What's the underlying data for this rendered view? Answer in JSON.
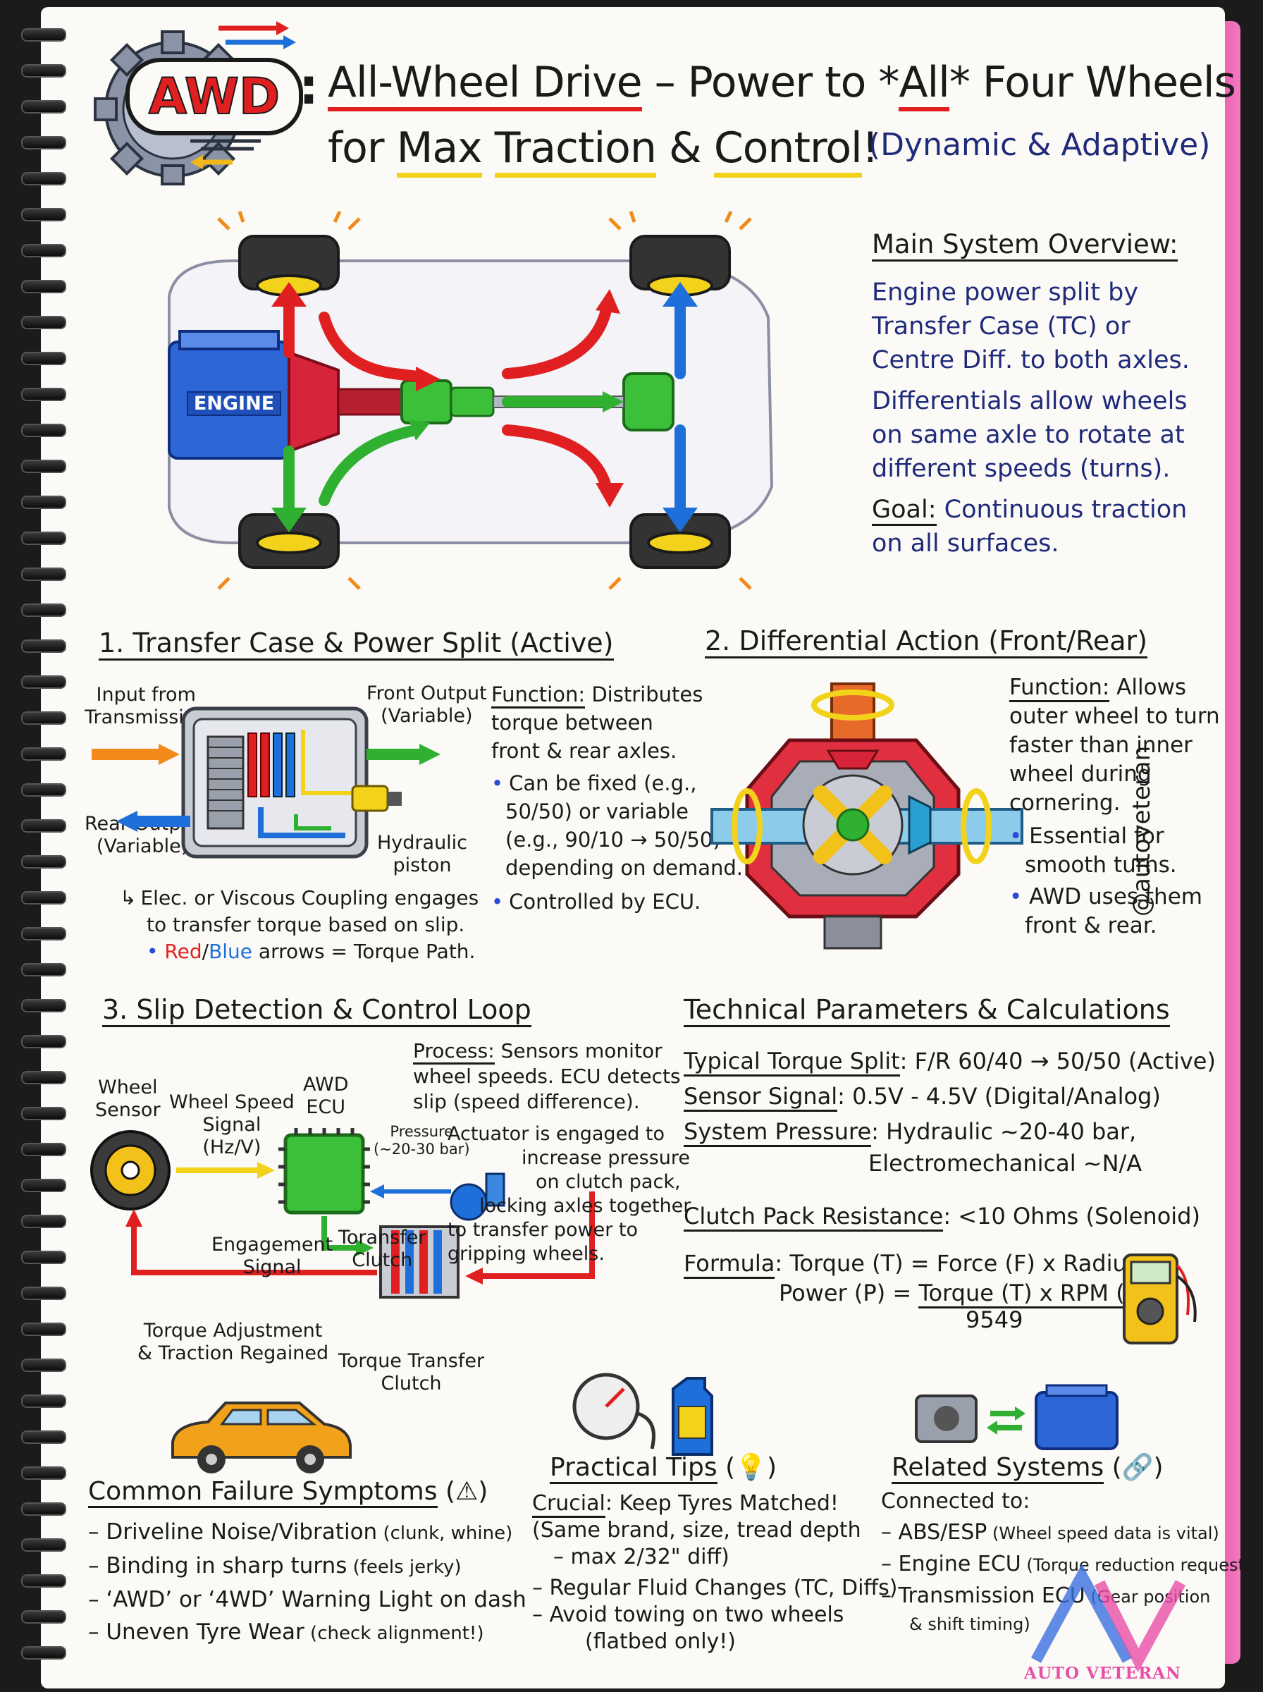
{
  "header": {
    "badge": "AWD",
    "colon": ":",
    "line1": "All-Wheel Drive – Power to *All* Four Wheels",
    "line1_parts": {
      "a": "All-Wheel Drive",
      "b": " – Power to *",
      "c": "All",
      "d": "* Four Wheels"
    },
    "line2_parts": {
      "a": "for ",
      "b": "Max",
      "c": " ",
      "d": "Traction",
      "e": " & ",
      "f": "Control",
      "g": "!"
    },
    "subtitle": "(Dynamic & Adaptive)"
  },
  "drivetrain": {
    "engine_label": "ENGINE"
  },
  "overview": {
    "heading": "Main System Overview:",
    "p1": [
      "Engine power split by",
      "Transfer Case (TC) or",
      "Centre Diff. to both axles."
    ],
    "p2": [
      "Differentials allow wheels",
      "on same axle to rotate at",
      "different speeds (turns)."
    ],
    "goal_label": "Goal:",
    "goal_text": [
      "Continuous traction",
      "on all surfaces."
    ]
  },
  "section1": {
    "heading": "1. Transfer Case & Power Split (Active)",
    "input_label": [
      "Input from",
      "Transmission"
    ],
    "front_label": [
      "Front Output",
      "(Variable)"
    ],
    "rear_label": [
      "Rear Output",
      "(Variable)"
    ],
    "hydraulic_label": [
      "Hydraulic",
      "piston"
    ],
    "function_label": "Function:",
    "function_text": [
      "Distributes",
      "torque between",
      "front & rear axles."
    ],
    "bullets": [
      [
        "Can be fixed (e.g.,",
        "50/50) or variable",
        "(e.g., 90/10 → 50/50)",
        "depending on demand."
      ],
      [
        "Controlled by ECU."
      ]
    ],
    "coupling_note": [
      "Elec. or Viscous Coupling engages",
      "to transfer torque based on slip."
    ],
    "legend": {
      "red": "Red",
      "slash": "/",
      "blue": "Blue",
      "rest": " arrows = Torque Path."
    }
  },
  "section2": {
    "heading": "2. Differential Action (Front/Rear)",
    "function_label": "Function:",
    "function_text": [
      "Allows",
      "outer wheel to turn",
      "faster than inner",
      "wheel during",
      "cornering."
    ],
    "bullets": [
      [
        "Essential for",
        "smooth turns."
      ],
      [
        "AWD uses them",
        "front & rear."
      ]
    ]
  },
  "watermark_handle": "@autoveteran",
  "section3": {
    "heading": "3. Slip Detection & Control Loop",
    "wheel_sensor": [
      "Wheel",
      "Sensor"
    ],
    "speed_signal": [
      "Wheel Speed",
      "Signal",
      "(Hz/V)"
    ],
    "ecu": [
      "AWD",
      "ECU"
    ],
    "pressure": [
      "Pressure",
      "(~20-30 bar)"
    ],
    "engagement": [
      "Engagement",
      "Signal"
    ],
    "toransfer": [
      "Toransfer",
      "Clutch"
    ],
    "torque_adj": [
      "Torque Adjustment",
      "& Traction Regained"
    ],
    "torque_clutch": [
      "Torque Transfer",
      "Clutch"
    ],
    "process_label": "Process:",
    "process_text": [
      "Sensors monitor",
      "wheel speeds. ECU detects",
      "slip (speed difference)."
    ],
    "actuator_text": [
      "Actuator is engaged to",
      "increase pressure",
      "on clutch pack,",
      "locking axles together",
      "to transfer power to",
      "gripping wheels."
    ]
  },
  "tech": {
    "heading": "Technical Parameters & Calculations",
    "rows": [
      {
        "label": "Typical Torque Split",
        "value": ": F/R 60/40 → 50/50 (Active)"
      },
      {
        "label": "Sensor Signal",
        "value": ":  0.5V - 4.5V (Digital/Analog)"
      },
      {
        "label": "System Pressure",
        "value": ": Hydraulic ~20-40 bar,"
      }
    ],
    "pressure_line2": "Electromechanical ~N/A",
    "clutch_label": "Clutch Pack Resistance",
    "clutch_value": ": <10 Ohms (Solenoid)",
    "formula_label": "Formula",
    "formula_line1": ": Torque (T) = Force (F) x Radius (r)",
    "formula_line2_pre": "Power (P) = ",
    "formula_numerator": "Torque (T) x RPM (ω)",
    "formula_denominator": "9549"
  },
  "failure": {
    "heading": "Common Failure Symptoms",
    "heading_suffix": " (⚠)",
    "items": [
      {
        "main": "Driveline Noise/Vibration",
        "small": " (clunk, whine)"
      },
      {
        "main": "Binding in sharp turns",
        "small": " (feels jerky)"
      },
      {
        "main": "‘AWD’ or ‘4WD’ Warning Light on dash",
        "small": ""
      },
      {
        "main": "Uneven Tyre Wear",
        "small": " (check alignment!)"
      }
    ]
  },
  "tips": {
    "heading": "Practical Tips",
    "heading_suffix": " (💡)",
    "crucial_label": "Crucial",
    "crucial_text": ": Keep Tyres Matched!",
    "crucial_detail": [
      "(Same brand, size, tread depth",
      "– max 2/32\" diff)"
    ],
    "items": [
      [
        "Regular Fluid Changes (TC, Diffs)"
      ],
      [
        "Avoid towing on two wheels",
        "(flatbed only!)"
      ]
    ]
  },
  "related": {
    "heading": "Related Systems",
    "heading_suffix": " (🔗)",
    "connected": "Connected to:",
    "items": [
      {
        "main": "ABS/ESP",
        "small": " (Wheel speed data is vital)"
      },
      {
        "main": "Engine ECU",
        "small": " (Torque reduction request)"
      },
      {
        "main": "Transmission ECU",
        "small": " (Gear position",
        "small2": "& shift timing)"
      }
    ]
  },
  "logo": {
    "text": "AUTO VETERAN"
  },
  "colors": {
    "red": "#e02020",
    "blue": "#1e6fd9",
    "green": "#2fb030",
    "yellow": "#f2d21a",
    "navy": "#1f2a7a",
    "orange": "#f28a1a",
    "pink": "#e84fa8"
  }
}
